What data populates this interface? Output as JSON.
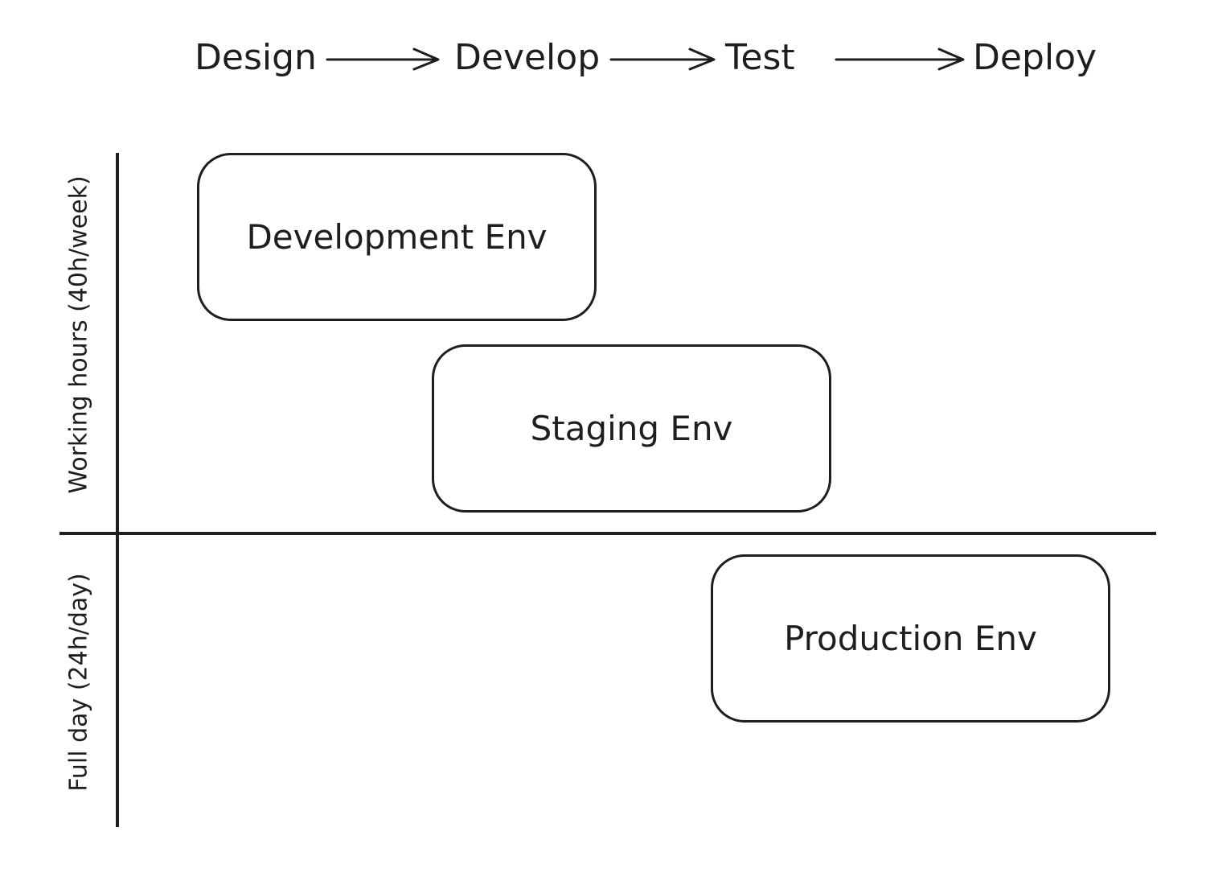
{
  "stages": [
    "Design",
    "Develop",
    "Test",
    "Deploy"
  ],
  "environments": {
    "development": "Development Env",
    "staging": "Staging Env",
    "production": "Production Env"
  },
  "rows": {
    "working_hours": "Working hours (40h/week)",
    "full_day": "Full day (24h/day)"
  },
  "colors": {
    "stroke": "#1e1e1e",
    "background": "#ffffff"
  }
}
